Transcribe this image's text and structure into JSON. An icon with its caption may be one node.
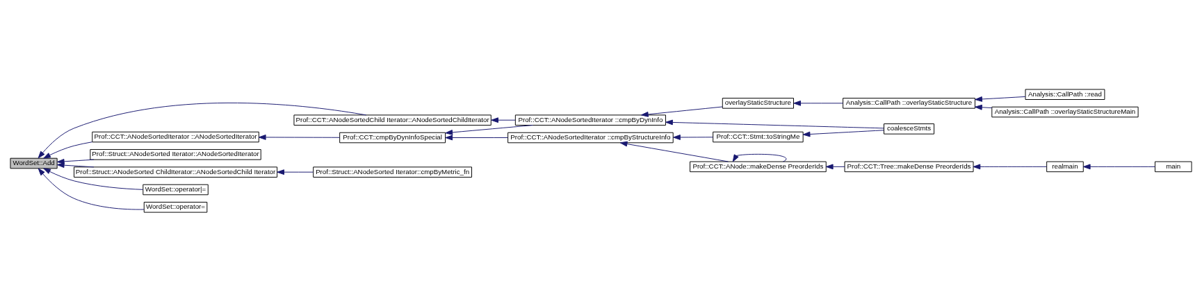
{
  "diagram": {
    "nodes": [
      {
        "text": [
          "WordSet::Add"
        ]
      },
      {
        "text": [
          "Prof::CCT::ANodeSortedIterator ::ANodeSortedIterator"
        ]
      },
      {
        "text": [
          "Prof::CCT::ANodeSortedChild Iterator::ANodeSortedChildIterator"
        ]
      },
      {
        "text": [
          "Prof::Struct::ANodeSorted Iterator::ANodeSortedIterator"
        ]
      },
      {
        "text": [
          "Prof::Struct::ANodeSorted ChildIterator::ANodeSortedChild Iterator"
        ]
      },
      {
        "text": [
          "WordSet::operator|="
        ]
      },
      {
        "text": [
          "WordSet::operator="
        ]
      },
      {
        "text": [
          "Prof::CCT::cmpByDynInfoSpecial"
        ]
      },
      {
        "text": [
          "Prof::CCT::ANodeSortedIterator ::cmpByDynInfo"
        ]
      },
      {
        "text": [
          "Prof::Struct::ANodeSorted Iterator::cmpByMetric_fn"
        ]
      },
      {
        "text": [
          "Prof::CCT::ANodeSortedIterator ::cmpByStructureInfo"
        ]
      },
      {
        "text": [
          "Prof::CCT::ANode::makeDense PreorderIds"
        ]
      },
      {
        "text": [
          "Prof::CCT::Stmt::toStringMe"
        ]
      },
      {
        "text": [
          "coalesceStmts"
        ]
      },
      {
        "text": [
          "overlayStaticStructure"
        ]
      },
      {
        "text": [
          "Analysis::CallPath ::overlayStaticStructure"
        ]
      },
      {
        "text": [
          "Prof::CCT::Tree::makeDense PreorderIds"
        ]
      },
      {
        "text": [
          "realmain"
        ]
      },
      {
        "text": [
          "main"
        ]
      },
      {
        "text": [
          "Analysis::CallPath ::overlayStaticStructureMain"
        ]
      },
      {
        "text": [
          "Analysis::CallPath ::read"
        ]
      }
    ],
    "edges": [
      {
        "from": 1,
        "to": 0,
        "arrow": "to"
      },
      {
        "from": 2,
        "to": 0,
        "arrow": "to"
      },
      {
        "from": 3,
        "to": 0,
        "arrow": "to"
      },
      {
        "from": 4,
        "to": 0,
        "arrow": "to"
      },
      {
        "from": 5,
        "to": 0,
        "arrow": "to"
      },
      {
        "from": 6,
        "to": 0,
        "arrow": "to"
      },
      {
        "from": 7,
        "to": 1,
        "arrow": "to"
      },
      {
        "from": 8,
        "to": 2,
        "arrow": "to"
      },
      {
        "from": 9,
        "to": 4,
        "arrow": "to"
      },
      {
        "from": 10,
        "to": 7,
        "arrow": "to"
      },
      {
        "from": 8,
        "to": 7,
        "arrow": "to"
      },
      {
        "from": 11,
        "to": 10,
        "arrow": "to"
      },
      {
        "from": 12,
        "to": 10,
        "arrow": "to"
      },
      {
        "from": 13,
        "to": 8,
        "arrow": "to"
      },
      {
        "from": 14,
        "to": 8,
        "arrow": "to"
      },
      {
        "from": 11,
        "to": 11,
        "arrow": "to"
      },
      {
        "from": 16,
        "to": 11,
        "arrow": "to"
      },
      {
        "from": 13,
        "to": 12,
        "arrow": "to"
      },
      {
        "from": 15,
        "to": 14,
        "arrow": "to"
      },
      {
        "from": 17,
        "to": 16,
        "arrow": "to"
      },
      {
        "from": 18,
        "to": 17,
        "arrow": "to"
      },
      {
        "from": 19,
        "to": 15,
        "arrow": "to"
      },
      {
        "from": 20,
        "to": 15,
        "arrow": "to"
      }
    ]
  }
}
